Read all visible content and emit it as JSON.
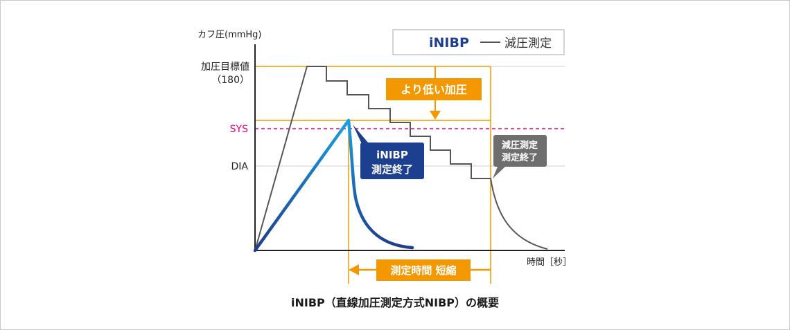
{
  "figure": {
    "caption": "iNIBP（直線加圧測定方式NIBP）の概要"
  },
  "colors": {
    "orange": "#f39800",
    "magenta": "#e4007f",
    "navy": "#1d3f8f",
    "gray_line": "#555555",
    "gray_box": "#6e6e6e",
    "grid": "#cccccc",
    "inibp_light": "#1ba1e2",
    "inibp_dark": "#1e3e8c"
  },
  "chart_data": {
    "type": "line",
    "xlabel": "時間［秒］",
    "ylabel": "カフ圧(mmHg)",
    "y_tick_labels": {
      "target_line1": "加圧目標値",
      "target_line2": "（180）",
      "sys": "SYS",
      "dia": "DIA"
    },
    "legend": {
      "position": "top-right",
      "inibp": "iNIBP",
      "decompression": "減圧測定"
    },
    "annotations": {
      "lower_pressure": "より低い加圧",
      "inibp_end_line1": "iNIBP",
      "inibp_end_line2": "測定終了",
      "decomp_end_line1": "減圧測定",
      "decomp_end_line2": "測定終了",
      "time_shortened": "測定時間 短縮"
    },
    "series": [
      {
        "name": "iNIBP",
        "points": [
          [
            0,
            0
          ],
          [
            130,
            0.7
          ],
          [
            135,
            0.7
          ],
          [
            140,
            0.3
          ],
          [
            150,
            0.14
          ],
          [
            170,
            0.05
          ],
          [
            200,
            0.02
          ]
        ]
      },
      {
        "name": "減圧測定",
        "points": [
          [
            0,
            0
          ],
          [
            75,
            1.0
          ],
          [
            100,
            1.0
          ],
          [
            100,
            0.92
          ],
          [
            130,
            0.92
          ],
          [
            130,
            0.84
          ],
          [
            160,
            0.84
          ],
          [
            160,
            0.76
          ],
          [
            190,
            0.76
          ],
          [
            190,
            0.68
          ],
          [
            220,
            0.68
          ],
          [
            220,
            0.6
          ],
          [
            250,
            0.6
          ],
          [
            250,
            0.52
          ],
          [
            280,
            0.52
          ],
          [
            280,
            0.44
          ],
          [
            310,
            0.44
          ],
          [
            310,
            0.38
          ],
          [
            340,
            0.38
          ],
          [
            345,
            0.2
          ],
          [
            360,
            0.1
          ],
          [
            380,
            0.04
          ],
          [
            420,
            0.0
          ]
        ]
      }
    ]
  }
}
